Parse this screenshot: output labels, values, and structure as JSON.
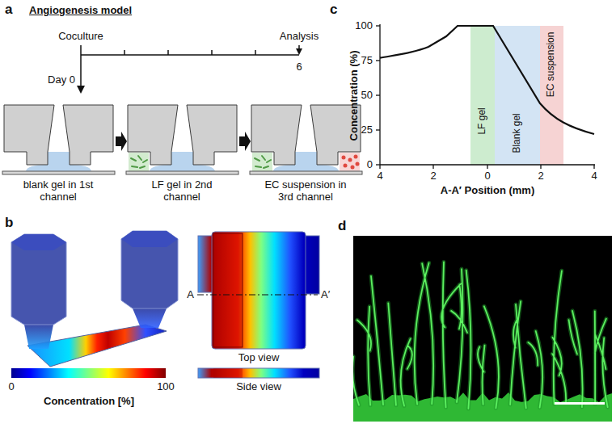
{
  "diagram": {
    "nodes": [
      {
        "text": [
          "LF gel"
        ]
      },
      {
        "text": [
          "Blank gel"
        ]
      },
      {
        "text": [
          "EC suspension"
        ]
      }
    ],
    "labels": [
      "a",
      "Angiogenesis model",
      "Coculture",
      "Analysis",
      "Day 0",
      "6",
      "blank gel in 1st channel",
      "LF gel in 2nd channel",
      "EC suspension in 3rd channel",
      "b",
      "0",
      "100",
      "Concentration [%]",
      "A",
      "A′",
      "Top view",
      "Side view",
      "c",
      "Concentration (%)",
      "100",
      "75",
      "50",
      "25",
      "0",
      "4",
      "2",
      "0",
      "2",
      "4",
      "A-A′ Position (mm)",
      "d"
    ]
  }
}
